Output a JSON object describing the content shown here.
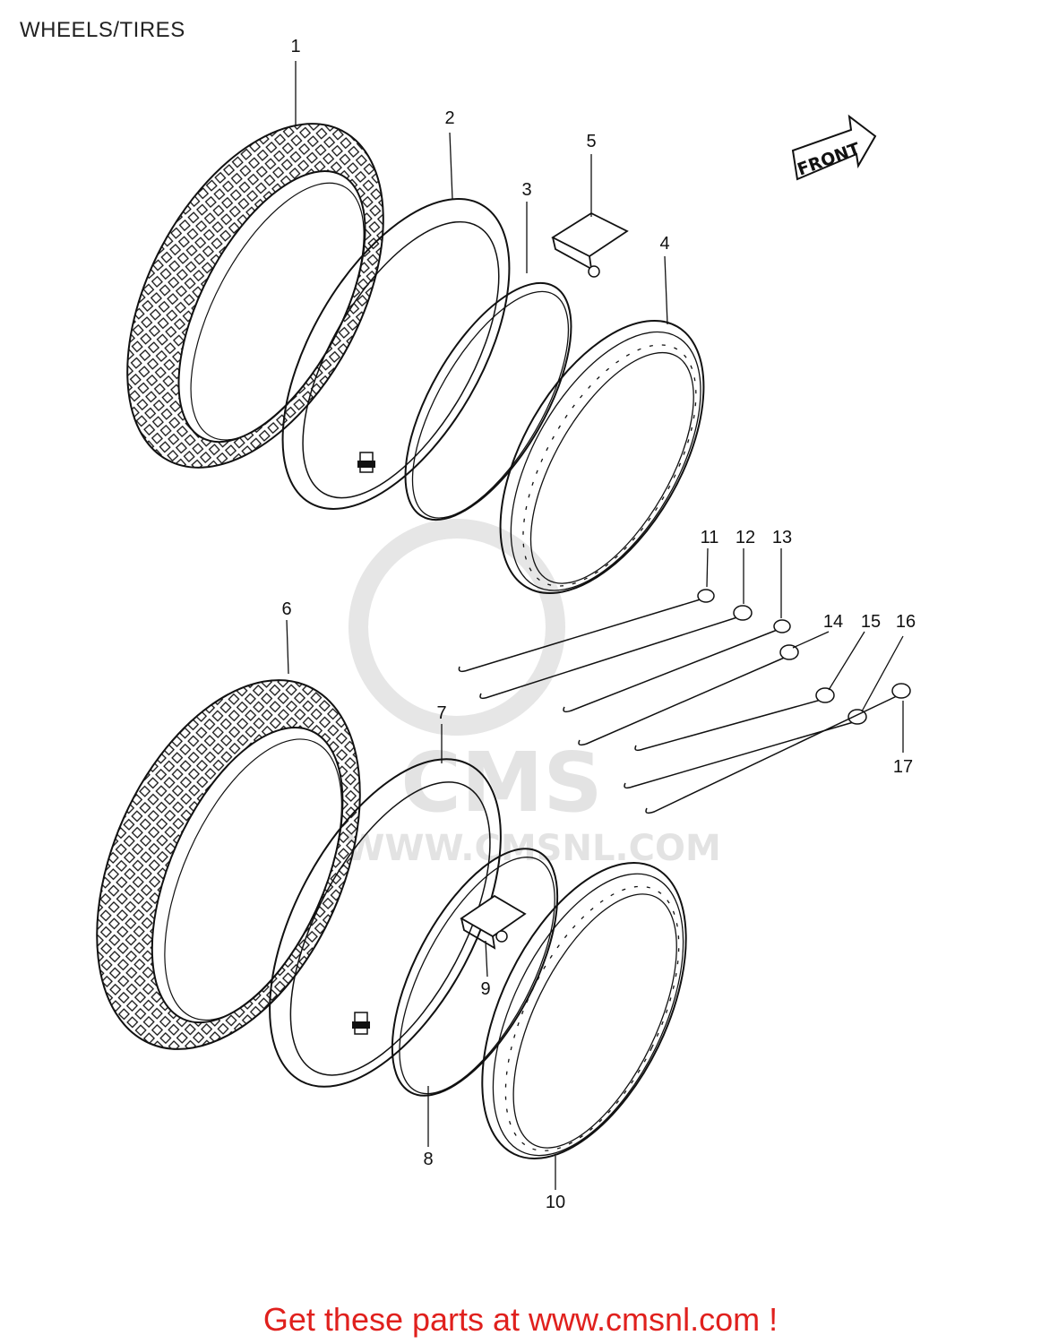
{
  "title": "WHEELS/TIRES",
  "direction_marker": "FRONT",
  "watermark": {
    "logo_text": "CMS",
    "url_text": "WWW.CMSNL.COM"
  },
  "callouts": [
    "1",
    "2",
    "3",
    "4",
    "5",
    "6",
    "7",
    "8",
    "9",
    "10",
    "11",
    "12",
    "13",
    "14",
    "15",
    "16",
    "17"
  ],
  "footer_link": "Get these parts at www.cmsnl.com !",
  "colors": {
    "footer_link": "#e0201d",
    "line_art": "#111111",
    "watermark": "#e3e3e3"
  }
}
